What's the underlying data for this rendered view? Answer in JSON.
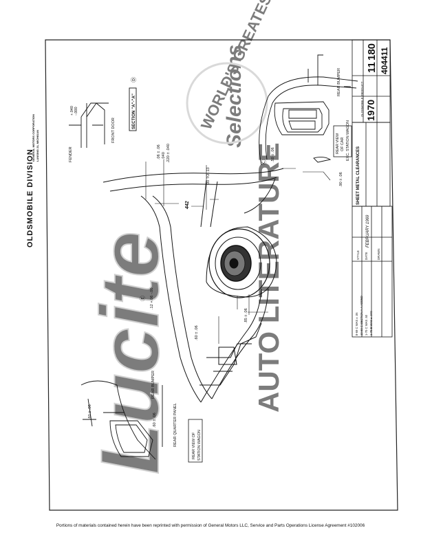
{
  "header": {
    "division": "OLDSMOBILE DIVISION",
    "corporation": "GENERAL MOTORS CORPORATION",
    "location": "LANSING 21, MICHIGAN"
  },
  "watermark": {
    "brand": "Lucite",
    "arc_text": "WORLD'S GREATEST",
    "tagline": "Selections",
    "block": "AUTO LITERATURE"
  },
  "labels": {
    "fender": "FENDER",
    "front_door": "FRONT DOOR",
    "section_aa": "SECTION \"A\"-\"A\"",
    "section_aa_ref": "Ⓓ",
    "rear_bumper_top": "REAR BUMPER",
    "rear_bumper_left": "REAR BUMPER",
    "rear_view_car": [
      "REAR VIEW",
      "OF CAR"
    ],
    "exc_station_wagon": "EXC. STATION WAGON",
    "rear_quarter_panel": "REAR QUARTER PANEL",
    "rear_view_wagon": [
      "REAR VIEW OF",
      "STATION WAGON"
    ]
  },
  "dimensions": {
    "fender_plus": "+.040",
    "fender_minus": "-.000",
    "d1": ".06 ± .06",
    "d2a": ".040",
    "d2b": ".220 ± .040",
    "d3": "00 TO .13",
    "c_ref": "Ⓒ",
    "c_val": ".50 ± .06",
    "d4": ".90 ± .06",
    "e_ref": "Ⓔ",
    "e_val": ".12 +.06 -.00",
    "d5": ".60 ± .06",
    "d6": ".85 ± .06",
    "d7": ".60 ± .06",
    "d8": ".60 ± .06",
    "callout": "442"
  },
  "title_block": {
    "sheet_title": "SHEET METAL CLEARANCES",
    "model_year": "1970",
    "section_no": "11",
    "page_no": "180",
    "drawing_no": "404411",
    "product": "OLDSMOBILE PRODUCT",
    "style_label": "STYLE",
    "date_label": "DATE",
    "date_val": "FEBRUARY 1969",
    "drawn_label": "DRAWN",
    "revisions": [
      "8-69  C  WAS ± .06",
      "10-69  C  SECTION A-A ADDED",
      "1-70  C  WAS .50",
      "1-70  B  WAS ± .040"
    ]
  },
  "footer": {
    "permission": "Portions of materials contained herein have been reprinted with permission of General Motors LLC, Service and Parts Operations License Agreement #102006"
  }
}
